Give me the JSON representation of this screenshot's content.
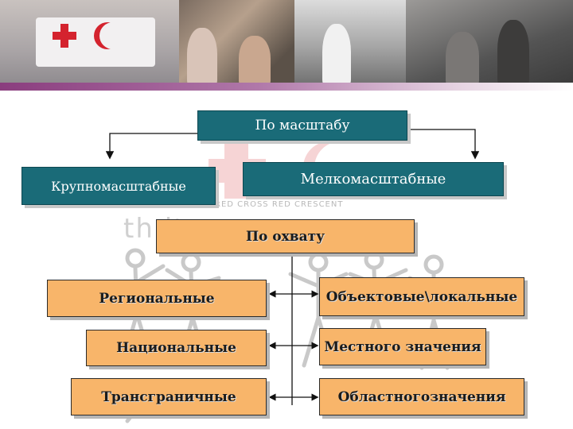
{
  "diagram": {
    "root": "По масштабу",
    "scale_large": "Крупномасштабные",
    "scale_small": "Мелкомасштабные",
    "coverage": "По охвату",
    "left_items": [
      "Региональные",
      "Национальные",
      "Трансграничные"
    ],
    "right_items": [
      "Объектовые\\локальные",
      "Местного значения",
      "Областногозначения"
    ]
  },
  "watermark": {
    "small_text": "RED CROSS    RED CRESCENT",
    "big_text": "th                                    ity"
  },
  "colors": {
    "teal_box": "#1a6b78",
    "orange_box": "#f8b56a",
    "banner_stripe": "#8a3d7e",
    "emblem_red": "#d4232e"
  },
  "icons": [
    "red-cross-icon",
    "red-crescent-icon"
  ]
}
